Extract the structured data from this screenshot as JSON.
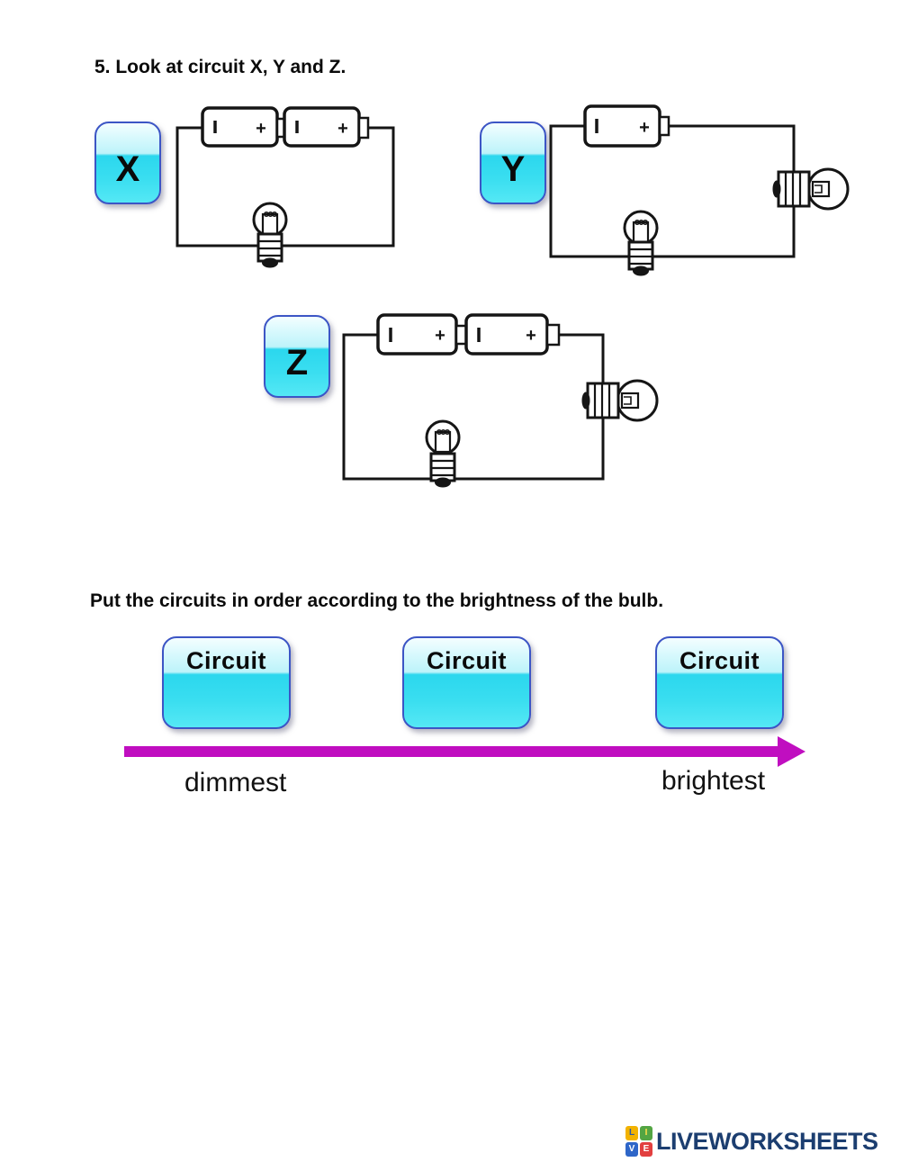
{
  "title": "5. Look at circuit X, Y and Z.",
  "question": "Put the circuits in order according to the brightness of the bulb.",
  "circuits": {
    "x": {
      "label": "X",
      "batteries": 2,
      "bulbs": 1
    },
    "y": {
      "label": "Y",
      "batteries": 1,
      "bulbs": 2
    },
    "z": {
      "label": "Z",
      "batteries": 2,
      "bulbs": 2
    }
  },
  "battery": {
    "plus": "+"
  },
  "answer_row": {
    "box1": "Circuit",
    "box2": "Circuit",
    "box3": "Circuit",
    "left_label": "dimmest",
    "right_label": "brightest"
  },
  "logo": {
    "tile1": "L",
    "tile2": "I",
    "tile3": "V",
    "tile4": "E",
    "text": "LIVEWORKSHEETS"
  },
  "colors": {
    "button_cyan": "#2ed9ee",
    "button_cyan_light": "#c6f5fb",
    "button_border": "#3c55c5",
    "arrow_magenta": "#c00ec0",
    "ink": "#151515",
    "logo_navy": "#1c3e70",
    "logo_tile_yellow": "#f2b200",
    "logo_tile_green": "#53a543",
    "logo_tile_blue": "#2e66c8",
    "logo_tile_red": "#e23f3f"
  }
}
